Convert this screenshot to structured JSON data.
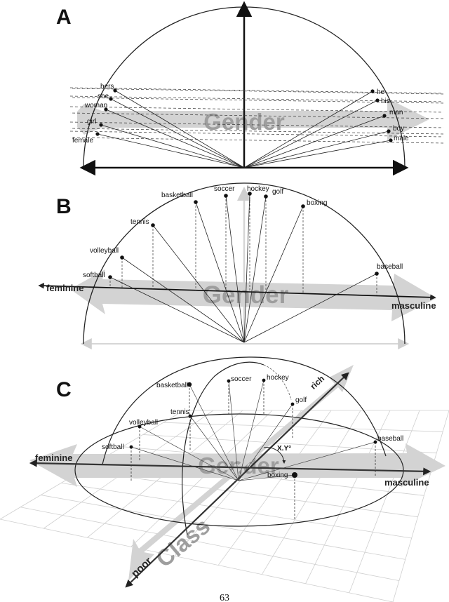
{
  "panels": {
    "a": {
      "letter": "A",
      "axis_word": "Gender",
      "left_words": [
        "hers",
        "she",
        "woman",
        "girl",
        "female"
      ],
      "right_words": [
        "he",
        "his",
        "man",
        "boy",
        "male"
      ]
    },
    "b": {
      "letter": "B",
      "axis_word": "Gender",
      "left_pole": "feminine",
      "right_pole": "masculine",
      "sports": [
        "softball",
        "volleyball",
        "tennis",
        "basketball",
        "soccer",
        "hockey",
        "golf",
        "boxing",
        "baseball"
      ]
    },
    "c": {
      "letter": "C",
      "axis_word": "Gender",
      "class_word": "Class",
      "left_pole": "feminine",
      "right_pole": "masculine",
      "class_low": "poor",
      "class_high": "rich",
      "angle_label": "X.Y°",
      "sports": [
        "softball",
        "volleyball",
        "tennis",
        "basketball",
        "soccer",
        "hockey",
        "golf",
        "baseball",
        "boxing"
      ]
    }
  },
  "page_number": "63"
}
